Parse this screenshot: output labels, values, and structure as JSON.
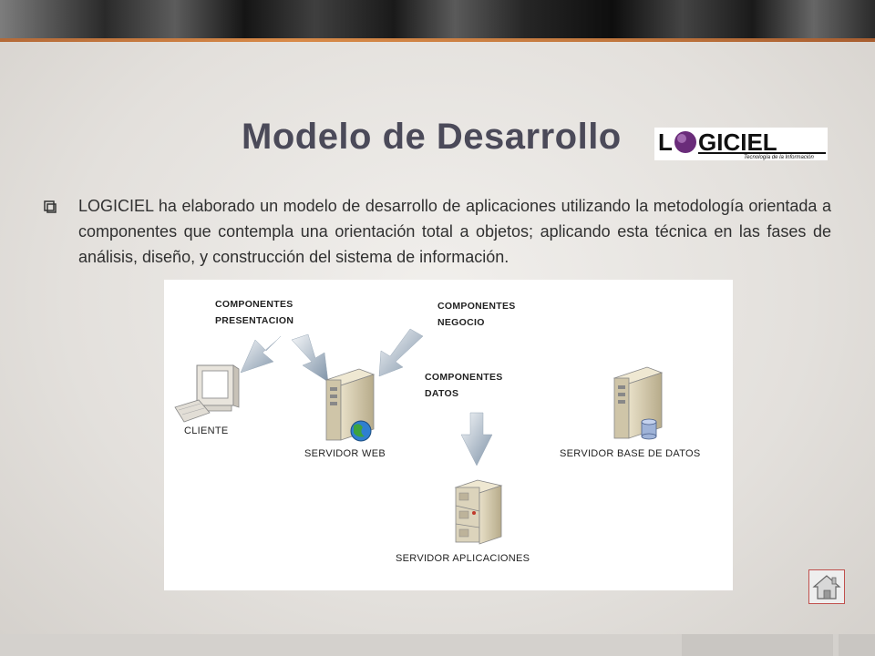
{
  "slide": {
    "title": "Modelo de Desarrollo",
    "logo": {
      "name": "LOGICIEL",
      "tagline": "Tecnología de la Información"
    },
    "body": "LOGICIEL ha elaborado un modelo de desarrollo de aplicaciones utilizando la metodología orientada a componentes que contempla una orientación total a objetos; aplicando esta técnica en las fases de análisis, diseño, y construcción del sistema de información."
  },
  "diagram": {
    "labels": {
      "presentacion_1": "COMPONENTES",
      "presentacion_2": "PRESENTACION",
      "negocio_1": "COMPONENTES",
      "negocio_2": "NEGOCIO",
      "datos_1": "COMPONENTES",
      "datos_2": "DATOS",
      "cliente": "CLIENTE",
      "servidor_web": "SERVIDOR WEB",
      "servidor_bd": "SERVIDOR BASE DE DATOS",
      "servidor_app": "SERVIDOR APLICACIONES"
    }
  },
  "colors": {
    "title": "#4b4a59",
    "accent": "#c0504d",
    "banner_line": "#d88a48"
  },
  "icons": [
    "square-bullet-icon",
    "home-icon",
    "computer-icon",
    "server-icon",
    "globe-icon",
    "database-icon",
    "arrow-icon"
  ]
}
